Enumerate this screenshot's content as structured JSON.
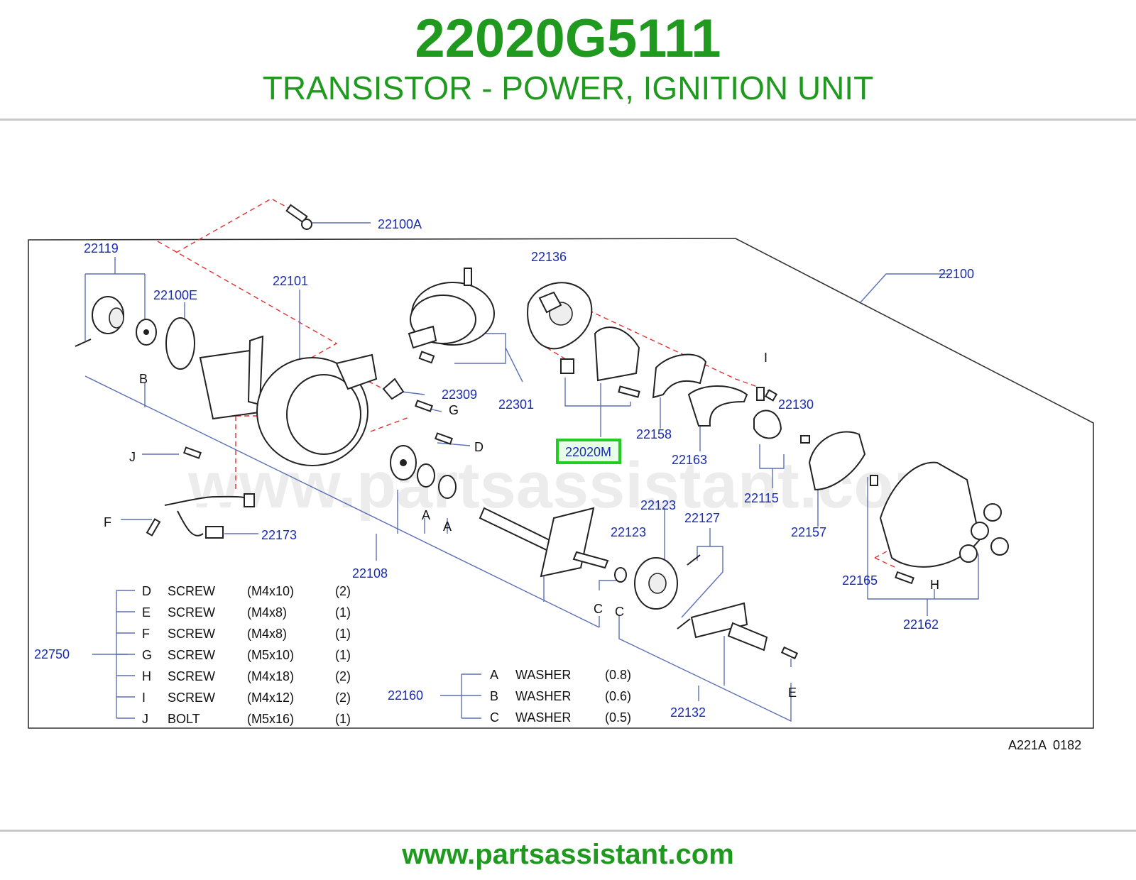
{
  "header": {
    "part_number": "22020G5111",
    "description": "TRANSISTOR - POWER, IGNITION UNIT"
  },
  "watermark": "www.partsassistant.com",
  "footer": {
    "url": "www.partsassistant.com"
  },
  "diagram": {
    "code": "A221A  0182",
    "highlighted_callout": "22020M",
    "highlight_color": "#22cc22",
    "labels": {
      "l22100A": "22100A",
      "l22119": "22119",
      "l22101": "22101",
      "l22100E": "22100E",
      "l22136": "22136",
      "l22100": "22100",
      "l22309": "22309",
      "l22301": "22301",
      "l22158": "22158",
      "l22163": "22163",
      "l22130": "22130",
      "l22115": "22115",
      "l22157": "22157",
      "l22173": "22173",
      "l22108": "22108",
      "l22123a": "22123",
      "l22123b": "22123",
      "l22127": "22127",
      "l22165": "22165",
      "l22162": "22162",
      "l22132": "22132",
      "l22750": "22750",
      "l22160": "22160"
    },
    "letters": {
      "B": "B",
      "G": "G",
      "D": "D",
      "J": "J",
      "F": "F",
      "A1": "A",
      "A2": "A",
      "I": "I",
      "C1": "C",
      "C2": "C",
      "H": "H",
      "E": "E"
    },
    "hardware_22750": [
      {
        "code": "D",
        "name": "SCREW",
        "size": "(M4x10)",
        "qty": "(2)"
      },
      {
        "code": "E",
        "name": "SCREW",
        "size": "(M4x8)",
        "qty": "(1)"
      },
      {
        "code": "F",
        "name": "SCREW",
        "size": "(M4x8)",
        "qty": "(1)"
      },
      {
        "code": "G",
        "name": "SCREW",
        "size": "(M5x10)",
        "qty": "(1)"
      },
      {
        "code": "H",
        "name": "SCREW",
        "size": "(M4x18)",
        "qty": "(2)"
      },
      {
        "code": "I",
        "name": "SCREW",
        "size": "(M4x12)",
        "qty": "(2)"
      },
      {
        "code": "J",
        "name": "BOLT",
        "size": "(M5x16)",
        "qty": "(1)"
      }
    ],
    "washers_22160": [
      {
        "code": "A",
        "name": "WASHER",
        "size": "(0.8)"
      },
      {
        "code": "B",
        "name": "WASHER",
        "size": "(0.6)"
      },
      {
        "code": "C",
        "name": "WASHER",
        "size": "(0.5)"
      }
    ]
  }
}
